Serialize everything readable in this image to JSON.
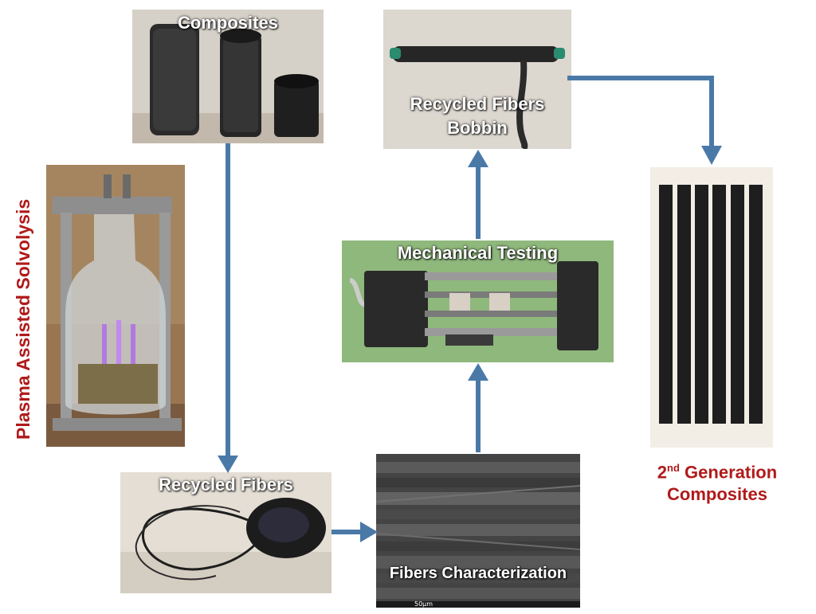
{
  "labels": {
    "composites": "Composites",
    "bobbin_line1": "Recycled Fibers",
    "bobbin_line2": "Bobbin",
    "plasma": "Plasma Assisted Solvolysis",
    "mechanical": "Mechanical Testing",
    "recycled": "Recycled Fibers",
    "characterization": "Fibers Characterization",
    "gen_superscript": "nd",
    "gen_line1_number": "2",
    "gen_line1_rest": " Generation",
    "gen_line2": "Composites",
    "scale_bar": "50µm"
  },
  "colors": {
    "arrow": "#4a79a8",
    "red_text": "#b01a1a"
  }
}
